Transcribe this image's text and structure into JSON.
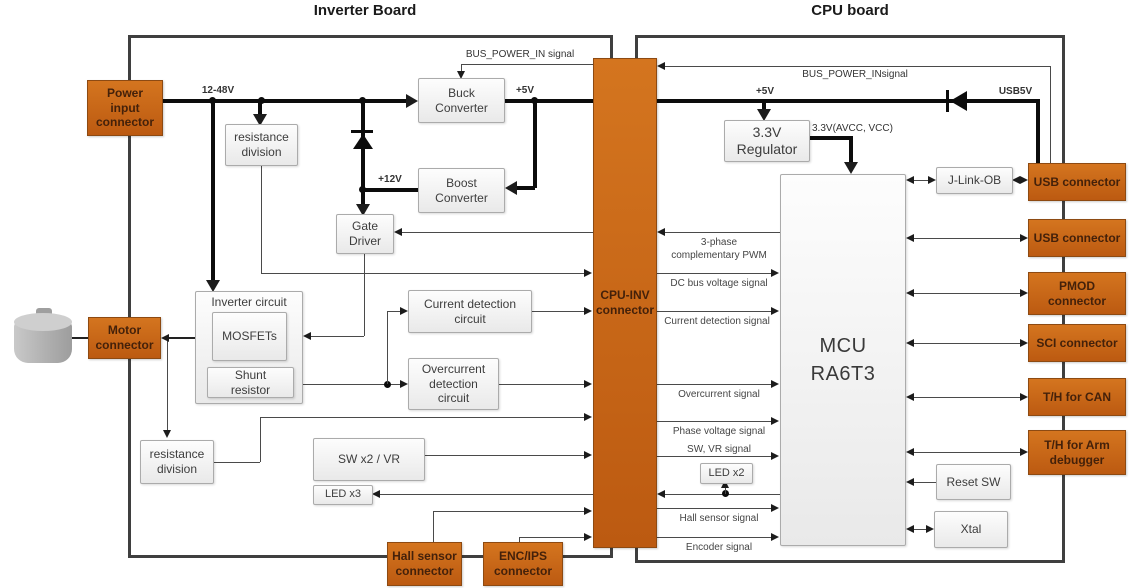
{
  "colors": {
    "connector_fill": "#c96a1e",
    "connector_border": "#8d4a12",
    "board_border": "#3f3f3f",
    "block_fill": "#f0f0f0",
    "block_border": "#ababab",
    "line_thin": "#4a4a4a",
    "line_thick": "#0c0c0c"
  },
  "inverter_board": {
    "title": "Inverter Board",
    "boxes": {
      "power_input_connector": "Power\ninput\nconnector",
      "motor_connector": "Motor\nconnector",
      "hall_sensor_connector": "Hall sensor\nconnector",
      "enc_ips_connector": "ENC/IPS\nconnector",
      "buck_converter": "Buck\nConverter",
      "boost_converter": "Boost\nConverter",
      "gate_driver": "Gate\nDriver",
      "resistance_division_top": "resistance\ndivision",
      "resistance_division_bottom": "resistance\ndivision",
      "inverter_circuit": "Inverter circuit",
      "mosfets": "MOSFETs",
      "shunt_resistor": "Shunt\nresistor",
      "current_detection_circuit": "Current detection\ncircuit",
      "overcurrent_detection_circuit": "Overcurrent\ndetection\ncircuit",
      "sw_x2_vr": "SW x2 / VR",
      "led_x3": "LED x3"
    },
    "labels": {
      "bus_power_in": "BUS_POWER_IN signal",
      "input_voltage": "12-48V",
      "v5": "+5V",
      "v12": "+12V"
    }
  },
  "cpu_board": {
    "title": "CPU board",
    "boxes": {
      "cpu_inv_connector": "CPU-INV\nconnector",
      "regulator_3v3": "3.3V\nRegulator",
      "mcu": "MCU\nRA6T3",
      "j_link_ob": "J-Link-OB",
      "usb_connector_top": "USB connector",
      "usb_connector_bottom": "USB connector",
      "pmod_connector": "PMOD\nconnector",
      "sci_connector": "SCI connector",
      "th_for_can": "T/H for CAN",
      "th_for_arm_debugger": "T/H for Arm\ndebugger",
      "reset_sw": "Reset SW",
      "xtal": "Xtal",
      "led_x2": "LED x2"
    },
    "labels": {
      "bus_power_in": "BUS_POWER_INsignal",
      "v5": "+5V",
      "v33": "3.3V(AVCC, VCC)",
      "usb5v": "USB5V"
    },
    "signals": {
      "pwm": "3-phase\ncomplementary PWM",
      "dc_bus": "DC bus voltage signal",
      "current_detection": "Current detection signal",
      "overcurrent": "Overcurrent signal",
      "phase_voltage": "Phase voltage signal",
      "sw_vr": "SW, VR signal",
      "hall_sensor": "Hall sensor signal",
      "encoder": "Encoder signal"
    }
  }
}
